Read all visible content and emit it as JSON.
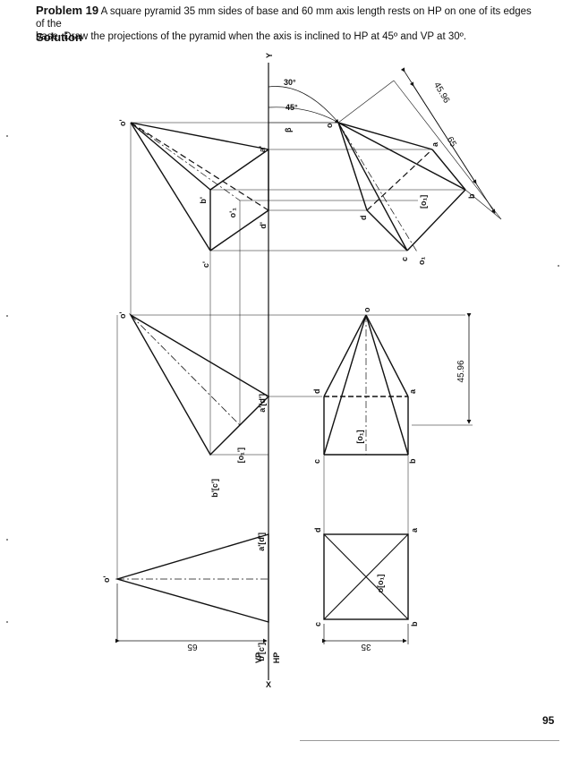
{
  "header": {
    "problem_label": "Problem 19",
    "problem_text_line1": "A square pyramid 35 mm sides of base and 60 mm axis length rests on HP on one of its edges of the",
    "problem_text_line2": "base. Draw the projections of the pyramid when the axis is inclined to HP at 45º and VP at 30º.",
    "solution_label": "Solution"
  },
  "page_number": "95",
  "ref_line": {
    "left": "X",
    "right": "Y",
    "vp": "VP",
    "hp": "HP"
  },
  "view1": {
    "fv_labels": {
      "o1": "o'",
      "a1": "a'",
      "b1": "b'",
      "c1": "c'",
      "d1": "d'",
      "o1b": "o'₁"
    },
    "tv_labels": {
      "o": "o",
      "a": "a",
      "b": "b",
      "c": "c",
      "d": "d",
      "o1": "[o₁]",
      "o1b": "o₁"
    },
    "angle_30": "30°",
    "angle_45": "45°",
    "beta": "β",
    "dim_65": "65",
    "dim_4596": "45.96"
  },
  "view2": {
    "fv_labels": {
      "o1": "o'",
      "ad": "a'[d']",
      "bc": "b'[c']",
      "o1b": "[o₁']"
    },
    "tv_labels": {
      "o": "o",
      "a": "a",
      "b": "b",
      "c": "c",
      "d": "d",
      "o1": "[o₁]"
    },
    "dim_4596": "45.96"
  },
  "view3": {
    "fv_labels": {
      "o1": "o'",
      "ad": "a'[d']",
      "bc": "b'[c']"
    },
    "tv_labels": {
      "a": "a",
      "b": "b",
      "c": "c",
      "d": "d",
      "oo1": "o[o₁]"
    },
    "dim_65": "65",
    "dim_35": "35"
  }
}
